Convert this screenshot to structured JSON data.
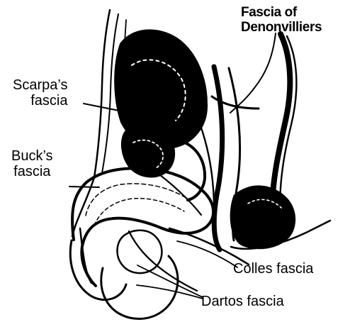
{
  "diagram": {
    "colors": {
      "ink": "#000000",
      "background": "#ffffff"
    },
    "labels": {
      "denonvilliers": {
        "line1": "Fascia of",
        "line2": "Denonvilliers"
      },
      "scarpa": {
        "line1": "Scarpa’s",
        "line2": "fascia"
      },
      "buck": {
        "line1": "Buck’s",
        "line2": "fascia"
      },
      "colles": {
        "text": "Colles fascia"
      },
      "dartos": {
        "text": "Dartos fascia"
      }
    }
  }
}
